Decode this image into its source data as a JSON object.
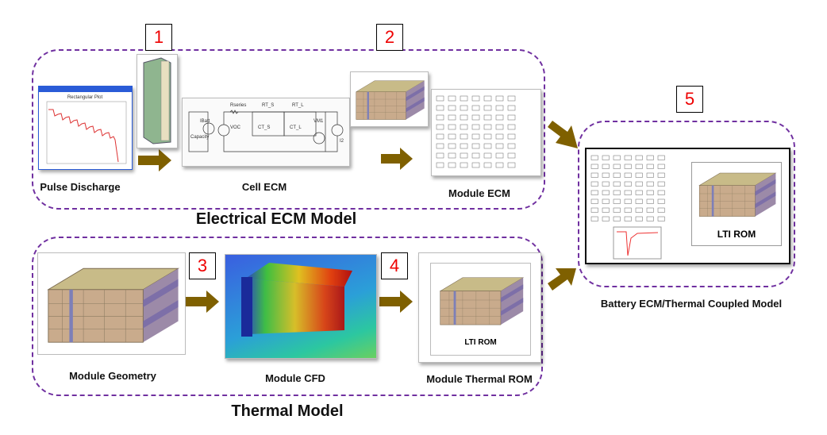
{
  "colors": {
    "group_border": "#7030a0",
    "arrow": "#7f6000",
    "step_number": "#e00000"
  },
  "steps": [
    "1",
    "2",
    "3",
    "4",
    "5"
  ],
  "electrical": {
    "title": "Electrical ECM Model",
    "pulse_label": "Pulse Discharge",
    "cell_label": "Cell ECM",
    "module_label": "Module ECM",
    "plot_title": "Rectangular Plot",
    "circuit": {
      "rseries": "Rseries",
      "rt_s": "RT_S",
      "rt_l": "RT_L",
      "ct_s": "CT_S",
      "ct_l": "CT_L",
      "voc": "VOC",
      "ibatt": "IBatt",
      "capacity": "Capacity",
      "vm": "VM1",
      "i2": "I2"
    }
  },
  "thermal": {
    "title": "Thermal Model",
    "geometry_label": "Module Geometry",
    "cfd_label": "Module CFD",
    "rom_label": "Module Thermal ROM",
    "rom_inner": "LTI ROM"
  },
  "coupled": {
    "label": "Battery ECM/Thermal Coupled Model",
    "rom_inner": "LTI ROM"
  }
}
